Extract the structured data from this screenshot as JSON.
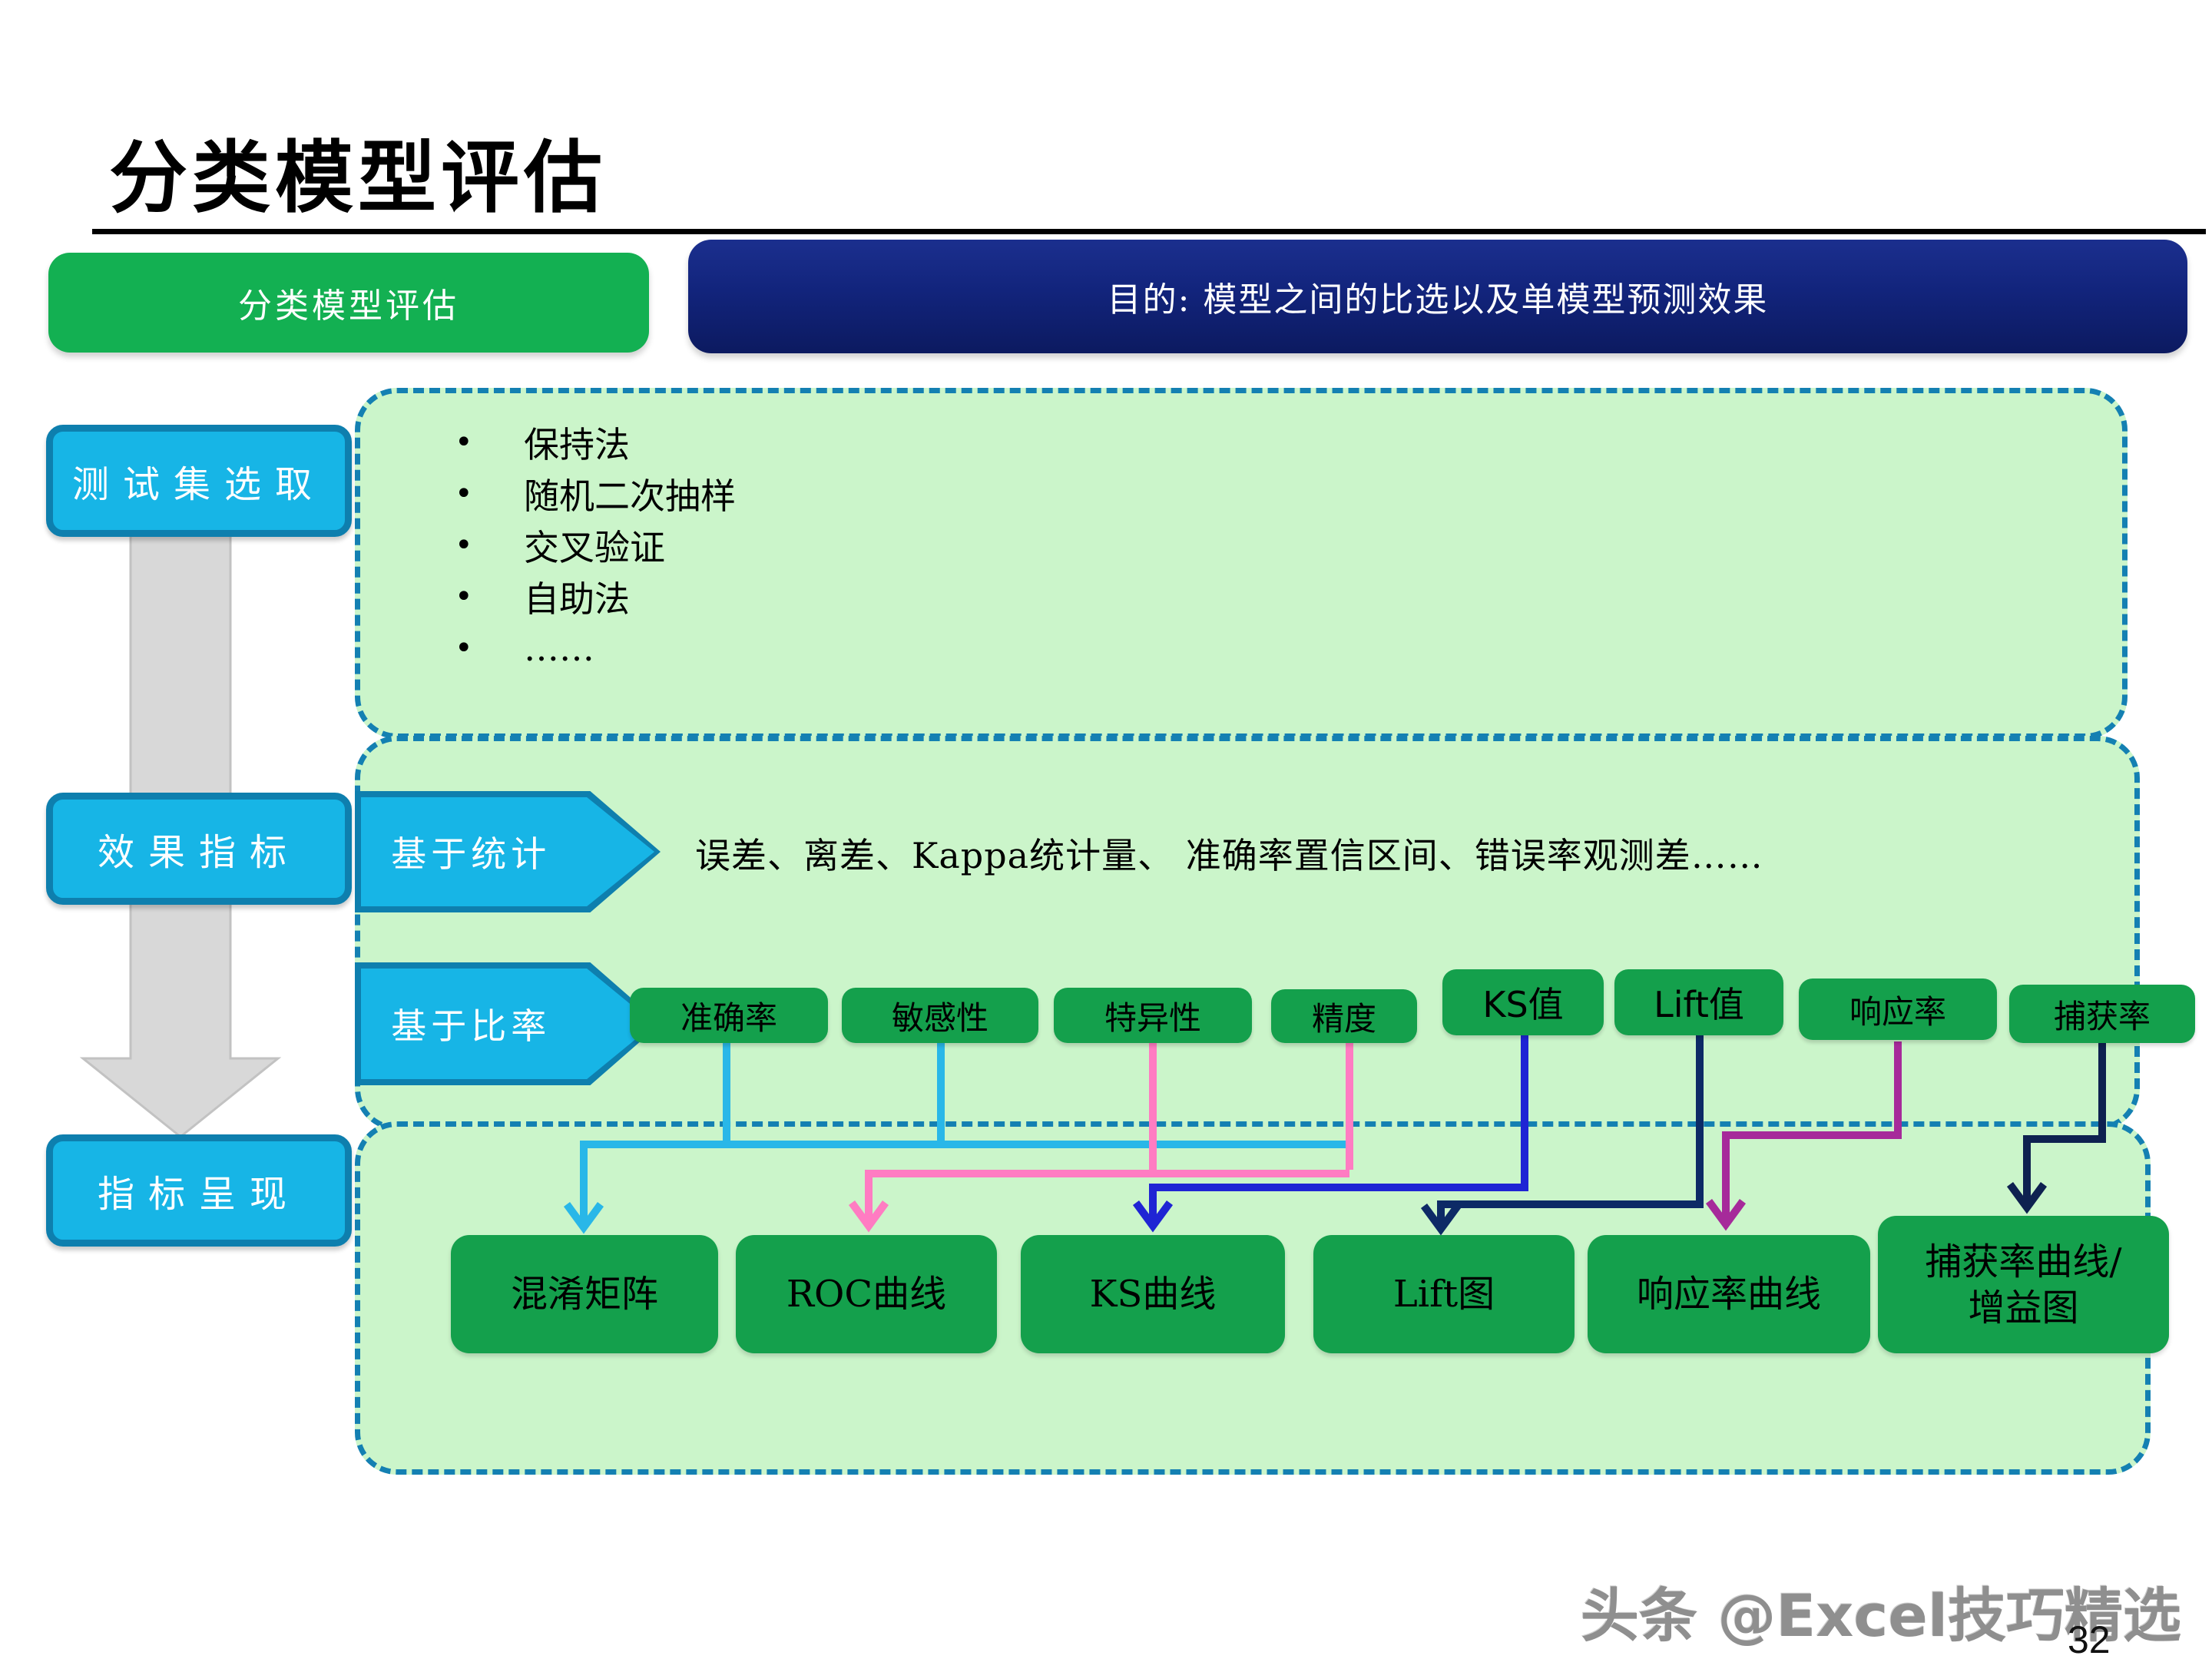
{
  "slide": {
    "title": "分类模型评估",
    "watermark": "头条 @Excel技巧精选",
    "page_number": "32"
  },
  "header": {
    "topic_chip": "分类模型评估",
    "purpose_banner": "目的: 模型之间的比选以及单模型预测效果"
  },
  "steps": [
    {
      "label": "测试集选取"
    },
    {
      "label": "效果指标"
    },
    {
      "label": "指标呈现"
    }
  ],
  "sampling_panel": {
    "bullets": [
      "保持法",
      "随机二次抽样",
      "交叉验证",
      "自助法",
      "……"
    ]
  },
  "metrics_panel": {
    "statistic_tag": "基于统计",
    "statistic_text": "误差、离差、Kappa统计量、 准确率置信区间、错误率观测差……",
    "ratio_tag": "基于比率",
    "ratio_metrics": [
      {
        "label": "准确率"
      },
      {
        "label": "敏感性"
      },
      {
        "label": "特异性"
      },
      {
        "label": "精度"
      },
      {
        "label": "KS值"
      },
      {
        "label": "Lift值"
      },
      {
        "label": "响应率"
      },
      {
        "label": "捕获率"
      }
    ]
  },
  "presentation_panel": {
    "charts": [
      {
        "label": "混淆矩阵"
      },
      {
        "label": "ROC曲线"
      },
      {
        "label": "KS曲线"
      },
      {
        "label": "Lift图"
      },
      {
        "label": "响应率曲线"
      },
      {
        "label": "捕获率曲线/",
        "label2": "增益图"
      }
    ]
  },
  "colors": {
    "chip_green": "#13b052",
    "box_green": "#14a04c",
    "banner_navy": "#12247c",
    "step_cyan_fill": "#17b5e6",
    "step_cyan_border": "#0e7fae",
    "panel_fill": "#cbf5ca",
    "panel_border": "#1480b2",
    "connector_cyan": "#29b7e8",
    "connector_pink": "#ff7cc2",
    "connector_royal_blue": "#1f24d4",
    "connector_navy": "#0d2a66",
    "connector_magenta": "#a62a9a",
    "connector_dark_navy": "#0e2150",
    "flow_arrow_gray": "#d8d8d8"
  }
}
